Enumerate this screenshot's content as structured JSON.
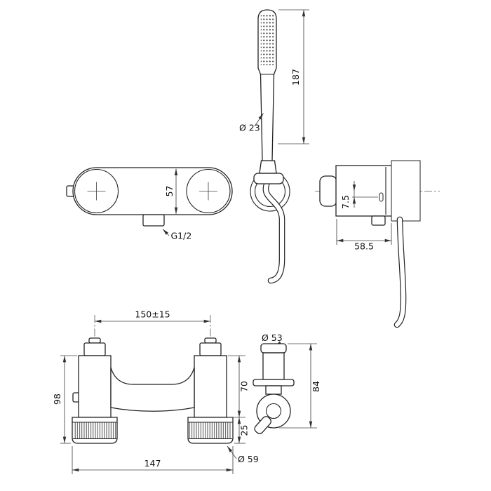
{
  "drawing": {
    "background_color": "#ffffff",
    "line_color": "#222222",
    "views": {
      "mixer_front": {
        "dim_body_height": "57",
        "outlet_thread": "G1/2"
      },
      "handshower": {
        "dim_length": "187",
        "dim_handle_diameter": "Ø 23"
      },
      "mixer_side": {
        "dim_marker_offset": "7.5",
        "dim_depth": "58.5"
      },
      "deck_mixer_front": {
        "dim_inlet_centers": "150±15",
        "dim_total_height": "98",
        "dim_body_height": "70",
        "dim_base_height": "25",
        "dim_overall_width": "147",
        "dim_base_diameter": "Ø 59"
      },
      "deck_mixer_side": {
        "dim_cap_diameter": "Ø 53",
        "dim_height": "84"
      }
    }
  }
}
